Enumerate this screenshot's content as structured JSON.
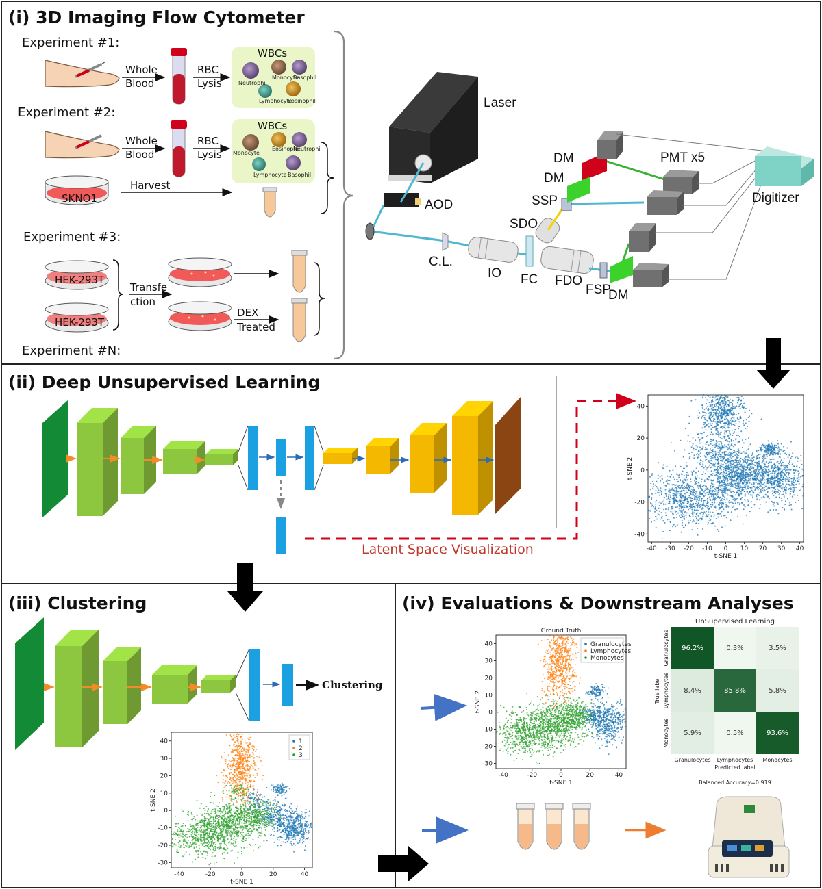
{
  "panels": {
    "p1": "(i) 3D Imaging Flow Cytometer",
    "p2": "(ii) Deep Unsupervised Learning",
    "p3": "(iii) Clustering",
    "p4": "(iv) Evaluations & Downstream Analyses"
  },
  "experiments": {
    "e1": "Experiment #1:",
    "e2": "Experiment #2:",
    "e3": "Experiment #3:",
    "eN": "Experiment #N:",
    "whole": "Whole",
    "blood": "Blood",
    "rbc": "RBC",
    "lysis": "Lysis",
    "wbcs": "WBCs",
    "harvest": "Harvest",
    "skno1": "SKNO1",
    "hek": "HEK-293T",
    "transfe": "Transfe",
    "ction": "ction",
    "dex": "DEX",
    "treated": "Treated",
    "wbc_types_1": [
      "Neutrophil",
      "Monocyte",
      "Basophil",
      "Lymphocyte",
      "Eosinophil"
    ],
    "wbc_types_2": [
      "Monocyte",
      "Eosinophil",
      "Neutrophil",
      "Lymphocyte",
      "Basophil"
    ]
  },
  "device": {
    "laser": "Laser",
    "aod": "AOD",
    "cl": "C.L.",
    "io": "IO",
    "fc": "FC",
    "fdo": "FDO",
    "fsp": "FSP",
    "dm": "DM",
    "ssp": "SSP",
    "sdo": "SDO",
    "pmt": "PMT x5",
    "digitizer": "Digitizer"
  },
  "latent_label": "Latent Space Visualization",
  "clustering_label": "Clustering",
  "colors": {
    "blue": "#1f77b4",
    "orange": "#ff7f0e",
    "green": "#2ca02c",
    "enc_green": "#8dc63f",
    "enc_dark": "#138a36",
    "latent": "#1ba1e2",
    "dec": "#f5b800",
    "dec_out": "#8b4513",
    "red": "#d0021b"
  },
  "chart_data": [
    {
      "type": "scatter",
      "title": "",
      "xlabel": "t-SNE 1",
      "ylabel": "t-SNE 2",
      "xlim": [
        -42,
        42
      ],
      "ylim": [
        -45,
        47
      ],
      "xticks": [
        -40,
        -30,
        -20,
        -10,
        0,
        10,
        20,
        30,
        40
      ],
      "yticks": [
        -40,
        -20,
        0,
        20,
        40
      ],
      "series": [
        {
          "name": "",
          "color": "#1f77b4",
          "clusters": [
            [
              -20,
              -18,
              12,
              9,
              900
            ],
            [
              5,
              -5,
              8,
              8,
              600
            ],
            [
              -2,
              36,
              6,
              7,
              600
            ],
            [
              30,
              -5,
              7,
              8,
              500
            ],
            [
              24,
              13,
              3,
              2,
              150
            ],
            [
              -5,
              10,
              8,
              6,
              300
            ],
            [
              12,
              -2,
              8,
              6,
              400
            ]
          ]
        }
      ]
    },
    {
      "type": "scatter",
      "title": "",
      "xlabel": "t-SNE 1",
      "ylabel": "t-SNE 2",
      "xlim": [
        -45,
        45
      ],
      "ylim": [
        -33,
        45
      ],
      "xticks": [
        -40,
        -20,
        0,
        20,
        40
      ],
      "yticks": [
        -30,
        -20,
        -10,
        0,
        10,
        20,
        30,
        40
      ],
      "legend": [
        "1",
        "2",
        "3"
      ],
      "series": [
        {
          "name": "1",
          "color": "#1f77b4",
          "clusters": [
            [
              33,
              -10,
              6,
              5,
              450
            ],
            [
              20,
              -3,
              5,
              4,
              200
            ],
            [
              24,
              12,
              3,
              2,
              100
            ],
            [
              8,
              5,
              3,
              3,
              80
            ]
          ]
        },
        {
          "name": "2",
          "color": "#ff7f0e",
          "clusters": [
            [
              -1,
              26,
              5,
              11,
              650
            ]
          ]
        },
        {
          "name": "3",
          "color": "#2ca02c",
          "clusters": [
            [
              -22,
              -14,
              12,
              6,
              700
            ],
            [
              -5,
              -6,
              10,
              6,
              600
            ],
            [
              10,
              -3,
              6,
              4,
              250
            ],
            [
              -3,
              12,
              4,
              2,
              60
            ]
          ]
        }
      ]
    },
    {
      "type": "scatter",
      "title": "Ground Truth",
      "xlabel": "t-SNE 1",
      "ylabel": "t-SNE 2",
      "xlim": [
        -45,
        45
      ],
      "ylim": [
        -33,
        45
      ],
      "xticks": [
        -40,
        -20,
        0,
        20,
        40
      ],
      "yticks": [
        -30,
        -20,
        -10,
        0,
        10,
        20,
        30,
        40
      ],
      "legend": [
        "Granulocytes",
        "Lymphocytes",
        "Monocytes"
      ],
      "series": [
        {
          "name": "Granulocytes",
          "color": "#1f77b4",
          "clusters": [
            [
              33,
              -6,
              6,
              6,
              450
            ],
            [
              22,
              -2,
              4,
              3,
              150
            ],
            [
              24,
              12,
              3,
              2,
              100
            ]
          ]
        },
        {
          "name": "Lymphocytes",
          "color": "#ff7f0e",
          "clusters": [
            [
              -1,
              28,
              5,
              11,
              650
            ]
          ]
        },
        {
          "name": "Monocytes",
          "color": "#2ca02c",
          "clusters": [
            [
              -22,
              -12,
              12,
              6,
              700
            ],
            [
              -3,
              -6,
              10,
              6,
              600
            ],
            [
              10,
              -2,
              6,
              4,
              250
            ]
          ]
        }
      ]
    },
    {
      "type": "heatmap",
      "title": "UnSupervised Learning",
      "xlabel": "Predicted label",
      "ylabel": "True label",
      "categories": [
        "Granulocytes",
        "Lymphocytes",
        "Monocytes"
      ],
      "values": [
        [
          96.2,
          0.3,
          3.5
        ],
        [
          8.4,
          85.8,
          5.8
        ],
        [
          5.9,
          0.5,
          93.6
        ]
      ],
      "labels": [
        [
          "96.2%",
          "0.3%",
          "3.5%"
        ],
        [
          "8.4%",
          "85.8%",
          "5.8%"
        ],
        [
          "5.9%",
          "0.5%",
          "93.6%"
        ]
      ],
      "footer": "Balanced Accuracy=0.919"
    }
  ]
}
